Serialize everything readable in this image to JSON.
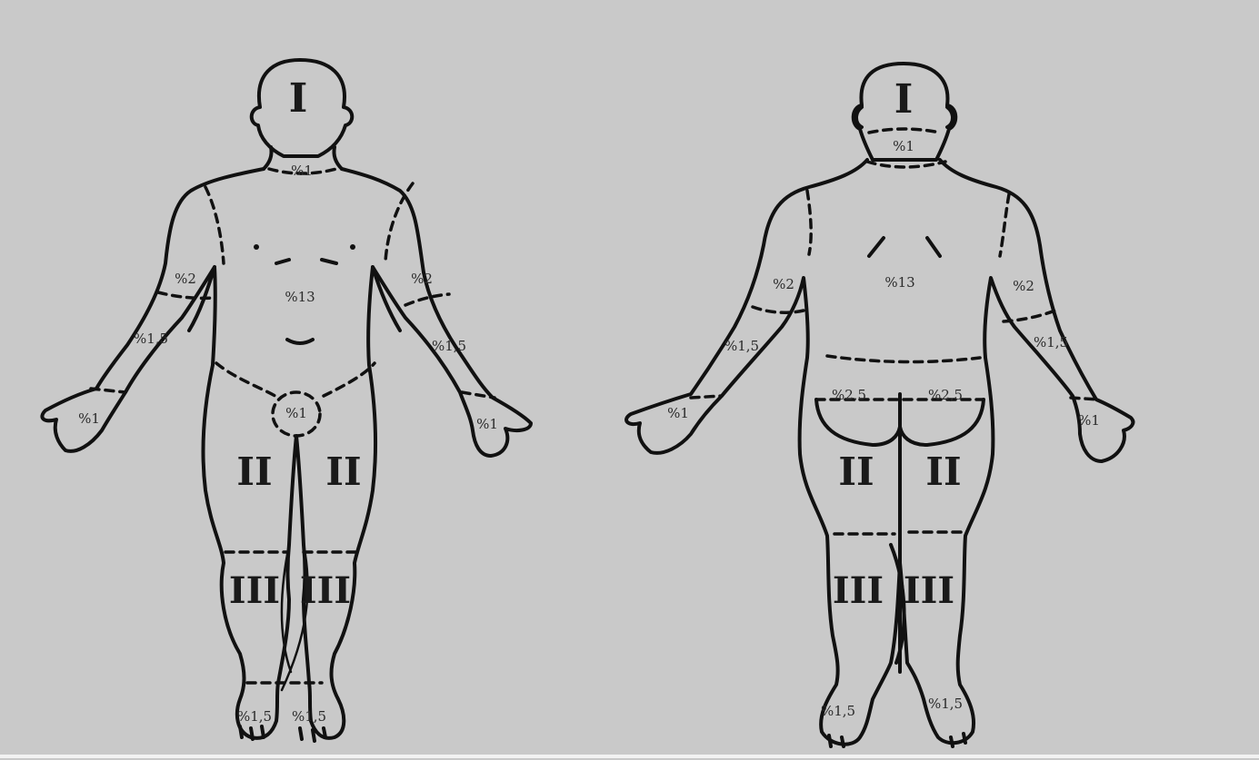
{
  "front": {
    "head": "I",
    "neck": "%1",
    "left_upper_arm": "%2",
    "right_upper_arm": "%2",
    "left_forearm": "%1,5",
    "right_forearm": "%1,5",
    "left_hand": "%1",
    "right_hand": "%1",
    "trunk": "%13",
    "genital": "%1",
    "left_thigh": "II",
    "right_thigh": "II",
    "left_leg": "III",
    "right_leg": "III",
    "left_foot": "%1,5",
    "right_foot": "%1,5"
  },
  "back": {
    "head": "I",
    "neck": "%1",
    "left_upper_arm": "%2",
    "right_upper_arm": "%2",
    "left_forearm": "%1,5",
    "right_forearm": "%1,5",
    "left_hand": "%1",
    "right_hand": "%1",
    "trunk": "%13",
    "left_buttock": "%2,5",
    "right_buttock": "%2,5",
    "left_thigh": "II",
    "right_thigh": "II",
    "left_leg": "III",
    "right_leg": "III",
    "left_foot": "%1,5",
    "right_foot": "%1,5"
  }
}
